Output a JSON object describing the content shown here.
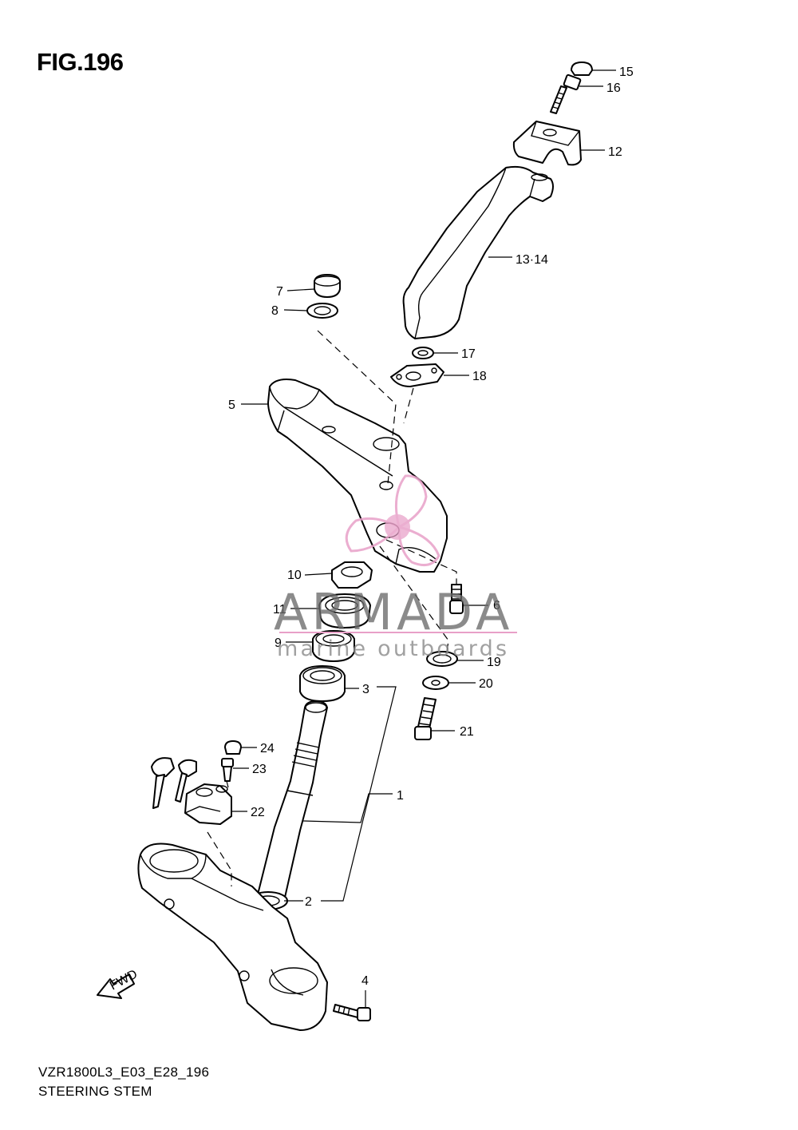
{
  "figure": {
    "title": "FIG.196",
    "model_code": "VZR1800L3_E03_E28_196",
    "section_name": "STEERING STEM"
  },
  "watermark": {
    "brand": "ARMADA",
    "tagline": "marine outboards",
    "accent_color": "#e8a0c8"
  },
  "callouts": {
    "c1": "1",
    "c2": "2",
    "c3": "3",
    "c4": "4",
    "c5": "5",
    "c6": "6",
    "c7": "7",
    "c8": "8",
    "c9": "9",
    "c10": "10",
    "c11": "11",
    "c12": "12",
    "c13_14": "13·14",
    "c15": "15",
    "c16": "16",
    "c17": "17",
    "c18": "18",
    "c19": "19",
    "c20": "20",
    "c21": "21",
    "c22": "22",
    "c23": "23",
    "c24": "24"
  },
  "direction_marker": "FWD"
}
